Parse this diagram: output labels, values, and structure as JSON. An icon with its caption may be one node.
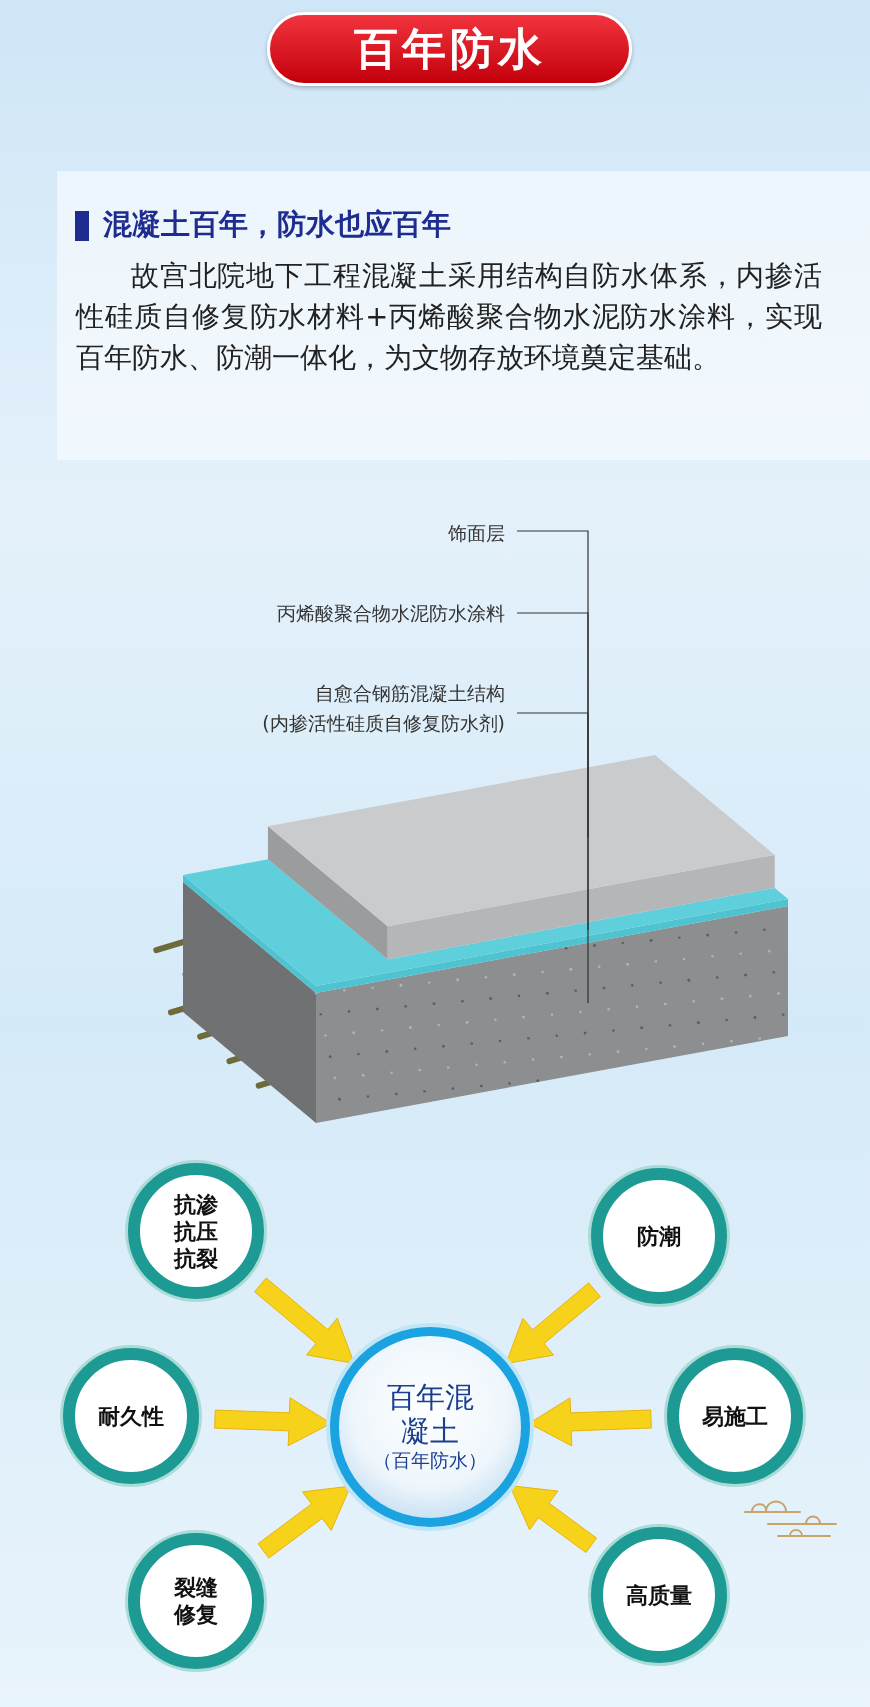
{
  "diagram": {
    "title": "百年防水",
    "nodes": [
      {
        "text": [
          "混凝土百年，防水也应百年",
          "故宫北院地下工程混凝土采用结构自防水体系，内掺活性硅质自修复防水材料+丙烯酸聚合物水泥防水涂料，实现百年防水、防潮一体化，为文物存放环境奠定基础。"
        ]
      },
      {
        "text": [
          "饰面层"
        ]
      },
      {
        "text": [
          "丙烯酸聚合物水泥防水涂料"
        ]
      },
      {
        "text": [
          "自愈合钢筋混凝土结构",
          "(内掺活性硅质自修复防水剂)"
        ]
      },
      {
        "text": [],
        "shape": "picture"
      },
      {
        "text": [],
        "shape": "picture"
      },
      {
        "text": [],
        "shape": "picture"
      },
      {
        "text": [
          "抗渗抗压抗裂"
        ]
      },
      {
        "text": [
          "防潮"
        ]
      },
      {
        "text": [
          "耐久性"
        ]
      },
      {
        "text": [
          "百年混凝土",
          "（百年防水）"
        ]
      },
      {
        "text": [
          "易施工"
        ]
      },
      {
        "text": [
          "裂缝修复"
        ]
      },
      {
        "text": [
          "高质量"
        ]
      }
    ],
    "edges": [
      {
        "from": 1,
        "to": 4,
        "arrow": "none",
        "color": "#333333"
      },
      {
        "from": 2,
        "to": 5,
        "arrow": "none",
        "color": "#333333"
      },
      {
        "from": 3,
        "to": 6,
        "arrow": "none",
        "color": "#333333"
      },
      {
        "from": 7,
        "to": 10,
        "arrow": "to"
      },
      {
        "from": 8,
        "to": 10,
        "arrow": "to"
      },
      {
        "from": 9,
        "to": 10,
        "arrow": "to"
      },
      {
        "from": 11,
        "to": 10,
        "arrow": "to"
      },
      {
        "from": 12,
        "to": 10,
        "arrow": "to"
      },
      {
        "from": 13,
        "to": 10,
        "arrow": "to"
      }
    ]
  }
}
